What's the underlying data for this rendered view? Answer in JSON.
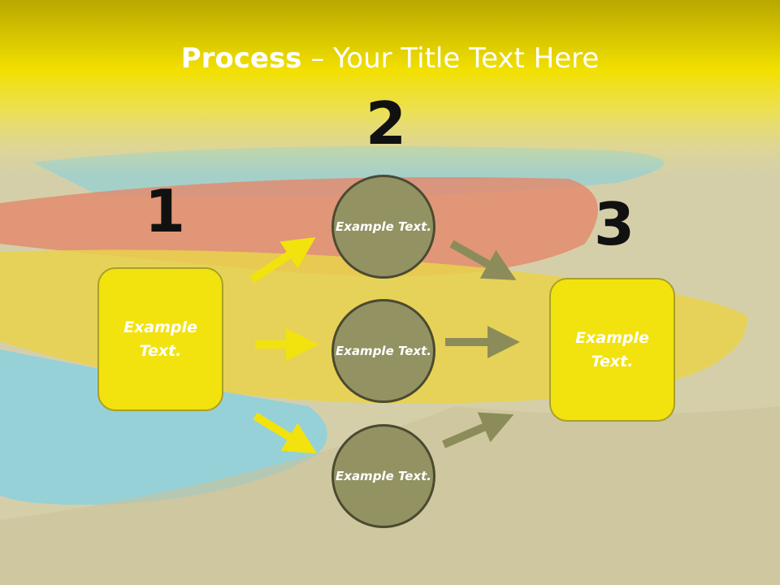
{
  "title": {
    "bold": "Process",
    "rest": " – Your Title Text Here"
  },
  "steps": [
    {
      "number": "1",
      "text": "Example Text."
    },
    {
      "number": "2",
      "text": ""
    },
    {
      "number": "3",
      "text": "Example Text."
    }
  ],
  "circles": [
    {
      "text": "Example Text."
    },
    {
      "text": "Example Text."
    },
    {
      "text": "Example Text."
    }
  ],
  "colors": {
    "yellow": "#f2e20e",
    "olive": "#929263",
    "olive_arrow": "#8c8c5a",
    "dark": "#111111"
  }
}
